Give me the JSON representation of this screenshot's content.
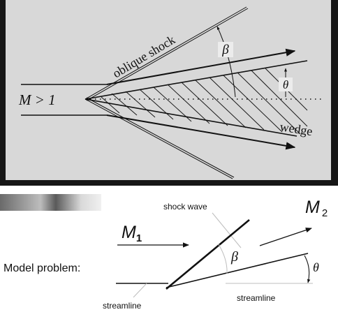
{
  "colors": {
    "frame": "#161616",
    "panel_bg": "#d8d8d8",
    "ink": "#111111",
    "hatch": "#1a1a1a",
    "gray_line": "#bdbdbd",
    "photo_dark": "#444444",
    "photo_light": "#f2f2f2"
  },
  "top_panel": {
    "label_mach": "M > 1",
    "label_shock": "oblique shock",
    "label_beta": "β",
    "label_theta": "θ",
    "label_wedge": "wedge"
  },
  "bottom_panel": {
    "label_model": "Model problem:",
    "label_shock_wave": "shock wave",
    "label_m1": "M",
    "label_m1_sub": "1",
    "label_m2": "M",
    "label_m2_sub": "2",
    "label_beta": "β",
    "label_theta": "θ",
    "label_streamline_left": "streamline",
    "label_streamline_right": "streamline"
  }
}
